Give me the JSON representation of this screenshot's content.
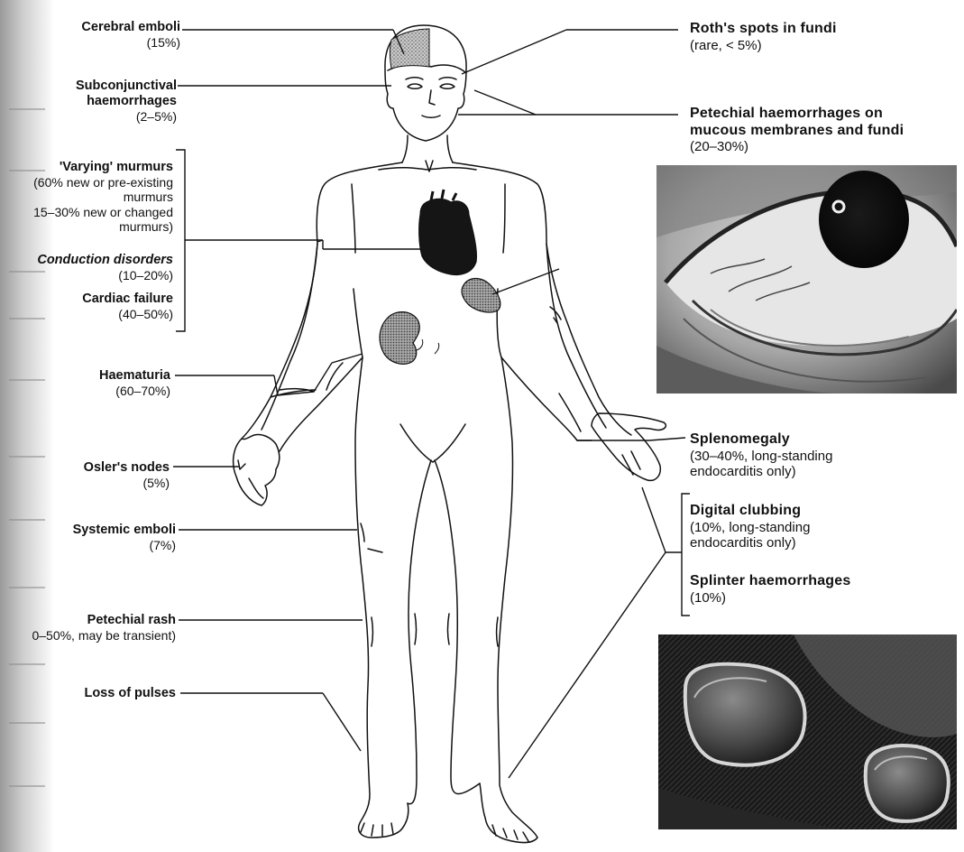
{
  "left_labels": {
    "cerebral": {
      "title": "Cerebral emboli",
      "detail": "(15%)"
    },
    "subconj": {
      "title_1": "Subconjunctival",
      "title_2": "haemorrhages",
      "detail": "(2–5%)"
    },
    "murmurs": {
      "title": "'Varying' murmurs",
      "line_1": "(60% new or pre-existing",
      "line_2": "murmurs",
      "line_3": "15–30% new or changed",
      "line_4": "murmurs)"
    },
    "conduction": {
      "title": "Conduction disorders",
      "detail": "(10–20%)"
    },
    "cardiac": {
      "title": "Cardiac failure",
      "detail": "(40–50%)"
    },
    "haematuria": {
      "title": "Haematuria",
      "detail": "(60–70%)"
    },
    "osler": {
      "title": "Osler's nodes",
      "detail": "(5%)"
    },
    "systemic": {
      "title": "Systemic emboli",
      "detail": "(7%)"
    },
    "rash": {
      "title": "Petechial rash",
      "detail": "0–50%, may be transient)"
    },
    "pulses": {
      "title": "Loss of pulses"
    }
  },
  "right_labels": {
    "roth": {
      "title": "Roth's spots in fundi",
      "detail": "(rare, < 5%)"
    },
    "petechial": {
      "title_1": "Petechial haemorrhages on",
      "title_2": "mucous membranes and fundi",
      "detail": "(20–30%)"
    },
    "spleno": {
      "title": "Splenomegaly",
      "detail_1": "(30–40%, long-standing",
      "detail_2": "endocarditis only)"
    },
    "clubbing": {
      "title": "Digital clubbing",
      "detail_1": "(10%, long-standing",
      "detail_2": "endocarditis only)"
    },
    "splinter": {
      "title": "Splinter haemorrhages",
      "detail": "(10%)"
    }
  },
  "photos": {
    "eye": "eye-photo-conjunctival-haemorrhage",
    "nails": "nail-photo-clubbing"
  },
  "colors": {
    "ink": "#111111",
    "organ_fill": "#1a1a1a",
    "shaded": "#9a9a9a"
  }
}
